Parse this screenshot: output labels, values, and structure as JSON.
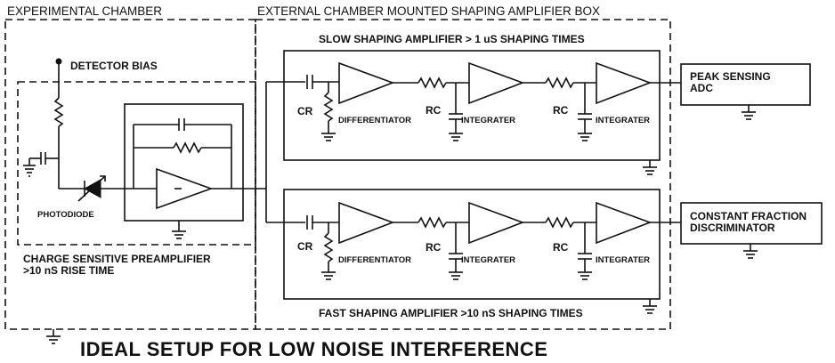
{
  "diagram": {
    "title": "IDEAL SETUP FOR LOW NOISE INTERFERENCE",
    "experimental_chamber": "EXPERIMENTAL CHAMBER",
    "external_box": "EXTERNAL CHAMBER MOUNTED SHAPING AMPLIFIER BOX",
    "slow_amp": "SLOW SHAPING AMPLIFIER  > 1 uS  SHAPING TIMES",
    "fast_amp": "FAST SHAPING AMPLIFIER  >10 nS  SHAPING TIMES",
    "detector_bias": "DETECTOR BIAS",
    "photodiode": "PHOTODIODE",
    "preamp_line1": "CHARGE SENSITIVE PREAMPLIFIER",
    "preamp_line2": ">10 nS  RISE TIME",
    "cr": "CR",
    "rc": "RC",
    "differentiator": "DIFFERENTIATOR",
    "integrater": "INTEGRATER",
    "adc_line1": "PEAK SENSING",
    "adc_line2": "ADC",
    "cfd_line1": "CONSTANT FRACTION",
    "cfd_line2": "DISCRIMINATOR"
  }
}
